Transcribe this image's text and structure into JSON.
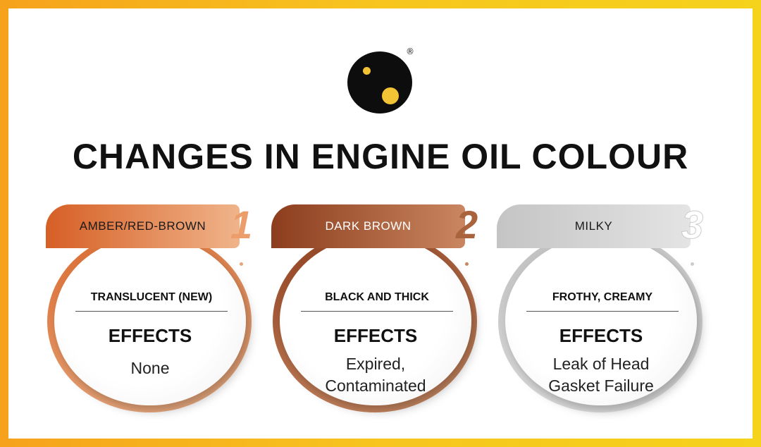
{
  "logo": {
    "icon": "black-circle-yellow-dots-logo",
    "registered": "®"
  },
  "title": "CHANGES IN ENGINE OIL COLOUR",
  "cards": [
    {
      "number": "1",
      "colour": "AMBER/RED-BROWN",
      "appearance": "TRANSLUCENT (NEW)",
      "effects_label": "EFFECTS",
      "effects": "None",
      "accent": "#d8692e"
    },
    {
      "number": "2",
      "colour": "DARK BROWN",
      "appearance": "BLACK AND THICK",
      "effects_label": "EFFECTS",
      "effects": "Expired, Contaminated",
      "accent": "#9a4a24"
    },
    {
      "number": "3",
      "colour": "MILKY",
      "appearance": "FROTHY, CREAMY",
      "effects_label": "EFFECTS",
      "effects": "Leak of Head Gasket Failure",
      "accent": "#c9c9c9"
    }
  ]
}
